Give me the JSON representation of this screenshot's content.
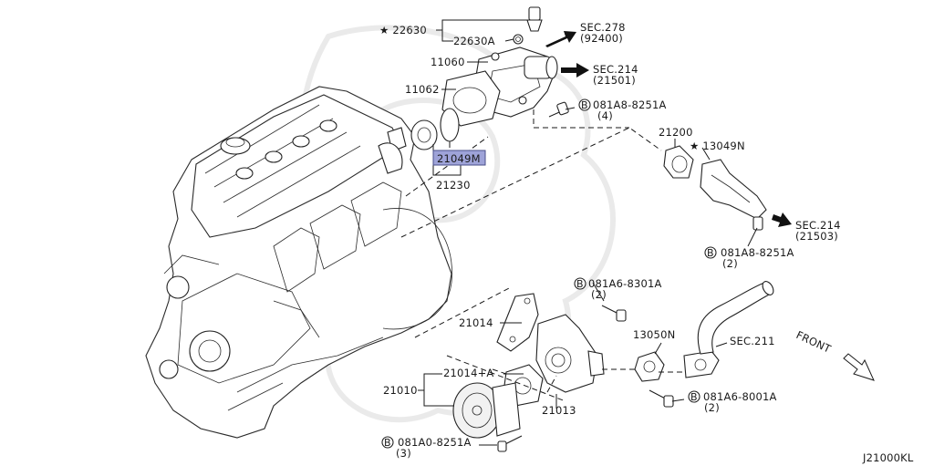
{
  "diagram": {
    "code": "J21000KL",
    "front_label": "FRONT",
    "highlight_color": "#9ea3d8",
    "labels": {
      "p22630": "★ 22630",
      "p22630a": "22630A",
      "p11060": "11060",
      "p11062": "11062",
      "p21049m": "21049M",
      "p21230": "21230",
      "p21200": "21200",
      "p13049n": "★ 13049N",
      "p21014": "21014",
      "p21014a": "21014+A",
      "p21010": "21010",
      "p21013": "21013",
      "p13050n": "13050N",
      "sec278": "SEC.278",
      "sec278_sub": "(92400)",
      "sec214a": "SEC.214",
      "sec214a_sub": "(21501)",
      "sec214b": "SEC.214",
      "sec214b_sub": "(21503)",
      "sec211": "SEC.211",
      "b1": "081A8-8251A",
      "b1_qty": "(4)",
      "b2": "081A8-8251A",
      "b2_qty": "(2)",
      "b3": "081A6-8301A",
      "b3_qty": "(2)",
      "b4": "081A6-8001A",
      "b4_qty": "(2)",
      "b5": "081A0-8251A",
      "b5_qty": "(3)",
      "bolt_symbol": "B"
    }
  }
}
